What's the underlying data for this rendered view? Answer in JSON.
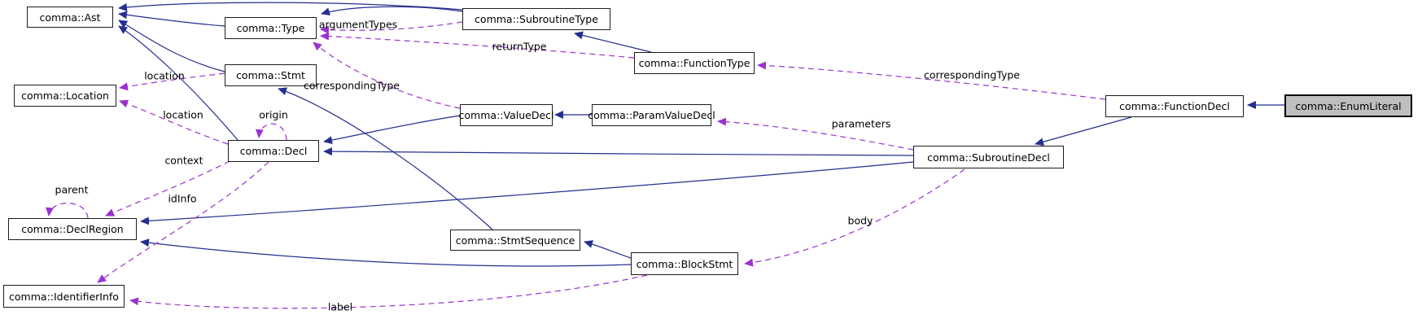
{
  "diagram": {
    "type": "collaboration-graph",
    "focus_node": "comma::EnumLiteral",
    "colors": {
      "background": "#ffffff",
      "inheritance_edge": "#242f8f",
      "usage_edge": "#9a32cd",
      "node_fill": "#ffffff",
      "node_border": "#1c1c1c",
      "focus_node_fill": "#bfbfbf",
      "text": "#000000"
    },
    "nodes": {
      "ast": {
        "label": "comma::Ast"
      },
      "location": {
        "label": "comma::Location"
      },
      "type": {
        "label": "comma::Type"
      },
      "stmt": {
        "label": "comma::Stmt"
      },
      "subroutine_type": {
        "label": "comma::SubroutineType"
      },
      "function_type": {
        "label": "comma::FunctionType"
      },
      "value_decl": {
        "label": "comma::ValueDecl"
      },
      "param_value_decl": {
        "label": "comma::ParamValueDecl"
      },
      "decl": {
        "label": "comma::Decl"
      },
      "subroutine_decl": {
        "label": "comma::SubroutineDecl"
      },
      "function_decl": {
        "label": "comma::FunctionDecl"
      },
      "enum_literal": {
        "label": "comma::EnumLiteral"
      },
      "decl_region": {
        "label": "comma::DeclRegion"
      },
      "identifier_info": {
        "label": "comma::IdentifierInfo"
      },
      "stmt_sequence": {
        "label": "comma::StmtSequence"
      },
      "block_stmt": {
        "label": "comma::BlockStmt"
      }
    },
    "edge_labels": {
      "argument_types": "argumentTypes",
      "return_type": "returnType",
      "corresponding_type_value": "correspondingType",
      "corresponding_type_function": "correspondingType",
      "location_stmt": "location",
      "location_decl": "location",
      "origin": "origin",
      "context": "context",
      "parent": "parent",
      "id_info": "idInfo",
      "parameters": "parameters",
      "body": "body",
      "block_label": "label"
    },
    "edges": [
      {
        "from": "comma::Type",
        "to": "comma::Ast",
        "kind": "inheritance"
      },
      {
        "from": "comma::SubroutineType",
        "to": "comma::Ast",
        "kind": "inheritance"
      },
      {
        "from": "comma::Stmt",
        "to": "comma::Ast",
        "kind": "inheritance"
      },
      {
        "from": "comma::Decl",
        "to": "comma::Ast",
        "kind": "inheritance"
      },
      {
        "from": "comma::SubroutineType",
        "to": "comma::Type",
        "kind": "inheritance"
      },
      {
        "from": "comma::FunctionType",
        "to": "comma::SubroutineType",
        "kind": "inheritance"
      },
      {
        "from": "comma::ValueDecl",
        "to": "comma::Decl",
        "kind": "inheritance"
      },
      {
        "from": "comma::ParamValueDecl",
        "to": "comma::ValueDecl",
        "kind": "inheritance"
      },
      {
        "from": "comma::SubroutineDecl",
        "to": "comma::Decl",
        "kind": "inheritance"
      },
      {
        "from": "comma::SubroutineDecl",
        "to": "comma::DeclRegion",
        "kind": "inheritance"
      },
      {
        "from": "comma::BlockStmt",
        "to": "comma::DeclRegion",
        "kind": "inheritance"
      },
      {
        "from": "comma::BlockStmt",
        "to": "comma::StmtSequence",
        "kind": "inheritance"
      },
      {
        "from": "comma::StmtSequence",
        "to": "comma::Stmt",
        "kind": "inheritance"
      },
      {
        "from": "comma::FunctionDecl",
        "to": "comma::SubroutineDecl",
        "kind": "inheritance"
      },
      {
        "from": "comma::EnumLiteral",
        "to": "comma::FunctionDecl",
        "kind": "inheritance"
      },
      {
        "from": "comma::SubroutineType",
        "to": "comma::Type",
        "kind": "usage",
        "label": "argumentTypes"
      },
      {
        "from": "comma::FunctionType",
        "to": "comma::Type",
        "kind": "usage",
        "label": "returnType"
      },
      {
        "from": "comma::ValueDecl",
        "to": "comma::Type",
        "kind": "usage",
        "label": "correspondingType"
      },
      {
        "from": "comma::FunctionDecl",
        "to": "comma::FunctionType",
        "kind": "usage",
        "label": "correspondingType"
      },
      {
        "from": "comma::Stmt",
        "to": "comma::Location",
        "kind": "usage",
        "label": "location"
      },
      {
        "from": "comma::Decl",
        "to": "comma::Location",
        "kind": "usage",
        "label": "location"
      },
      {
        "from": "comma::Decl",
        "to": "comma::Decl",
        "kind": "usage",
        "label": "origin"
      },
      {
        "from": "comma::Decl",
        "to": "comma::DeclRegion",
        "kind": "usage",
        "label": "context"
      },
      {
        "from": "comma::DeclRegion",
        "to": "comma::DeclRegion",
        "kind": "usage",
        "label": "parent"
      },
      {
        "from": "comma::Decl",
        "to": "comma::IdentifierInfo",
        "kind": "usage",
        "label": "idInfo"
      },
      {
        "from": "comma::SubroutineDecl",
        "to": "comma::ParamValueDecl",
        "kind": "usage",
        "label": "parameters"
      },
      {
        "from": "comma::SubroutineDecl",
        "to": "comma::BlockStmt",
        "kind": "usage",
        "label": "body"
      },
      {
        "from": "comma::BlockStmt",
        "to": "comma::IdentifierInfo",
        "kind": "usage",
        "label": "label"
      }
    ]
  }
}
